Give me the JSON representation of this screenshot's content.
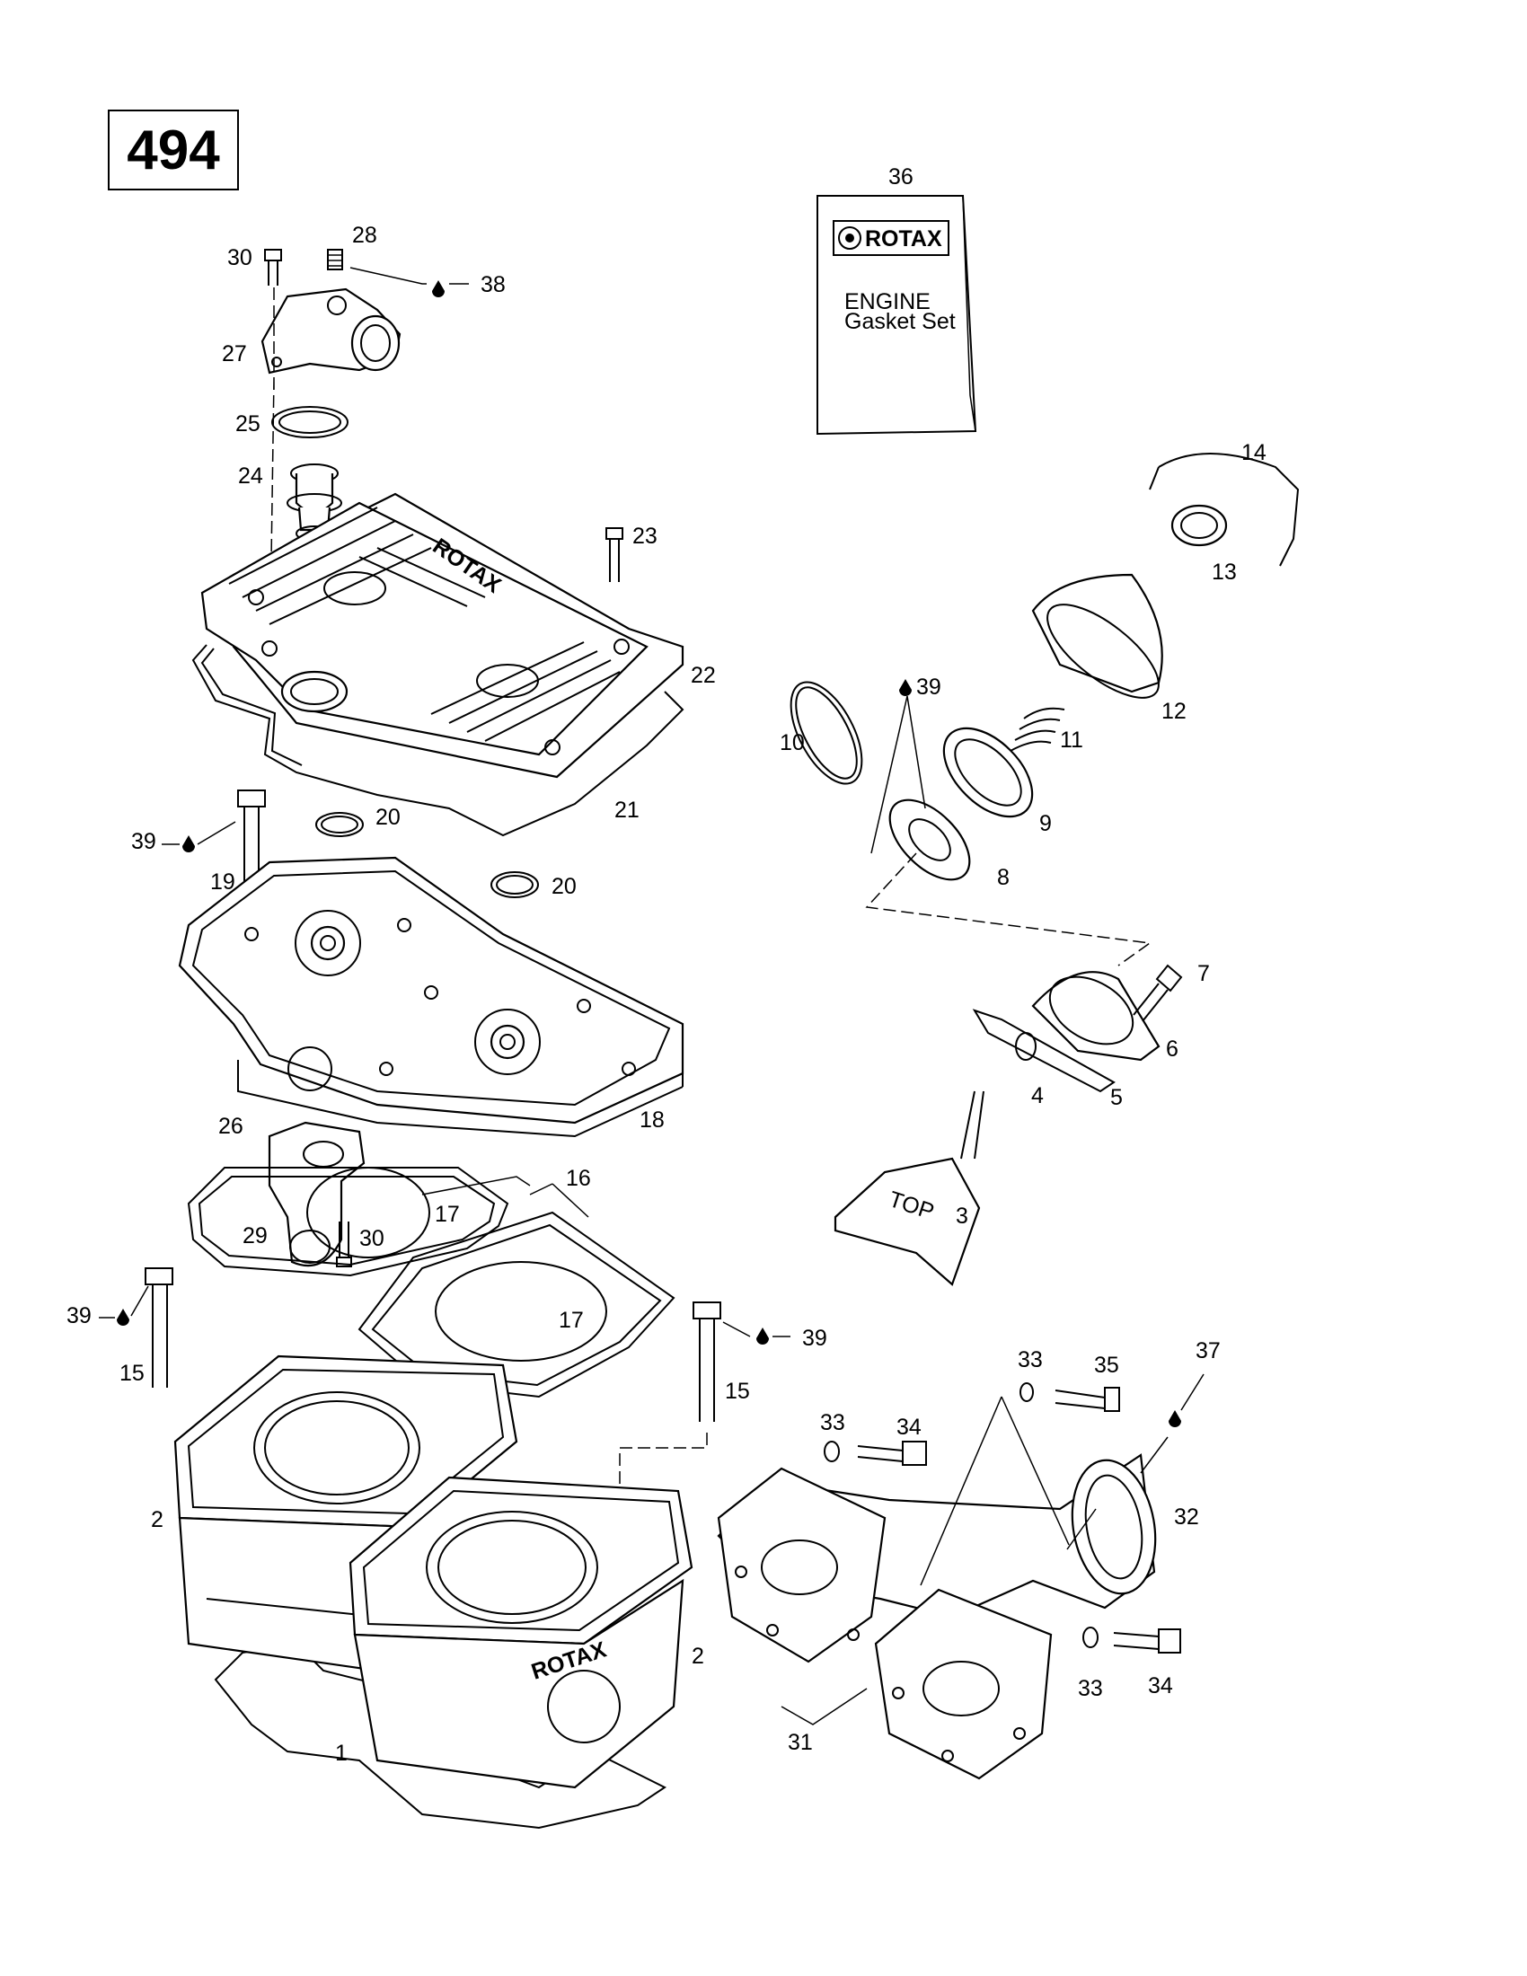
{
  "page_number": "494",
  "gasket_set": {
    "brand": "ROTAX",
    "line1": "ENGINE",
    "line2": "Gasket Set"
  },
  "callouts": {
    "c1": "1",
    "c2a": "2",
    "c2b": "2",
    "c3": "3",
    "c4": "4",
    "c5": "5",
    "c6": "6",
    "c7": "7",
    "c8": "8",
    "c9": "9",
    "c10": "10",
    "c11": "11",
    "c12": "12",
    "c13": "13",
    "c14": "14",
    "c15a": "15",
    "c15b": "15",
    "c16": "16",
    "c17a": "17",
    "c17b": "17",
    "c18": "18",
    "c19": "19",
    "c20a": "20",
    "c20b": "20",
    "c21": "21",
    "c22": "22",
    "c23": "23",
    "c24": "24",
    "c25": "25",
    "c26": "26",
    "c27": "27",
    "c28": "28",
    "c29": "29",
    "c30a": "30",
    "c30b": "30",
    "c31": "31",
    "c32": "32",
    "c33a": "33",
    "c33b": "33",
    "c33c": "33",
    "c34a": "34",
    "c34b": "34",
    "c35": "35",
    "c36": "36",
    "c37": "37",
    "c38": "38",
    "c39a": "39",
    "c39b": "39",
    "c39c": "39",
    "c39d": "39"
  },
  "embossed_text": {
    "top_cover": "ROTAX",
    "cylinder": "ROTAX",
    "valve_mark": "TOP"
  }
}
